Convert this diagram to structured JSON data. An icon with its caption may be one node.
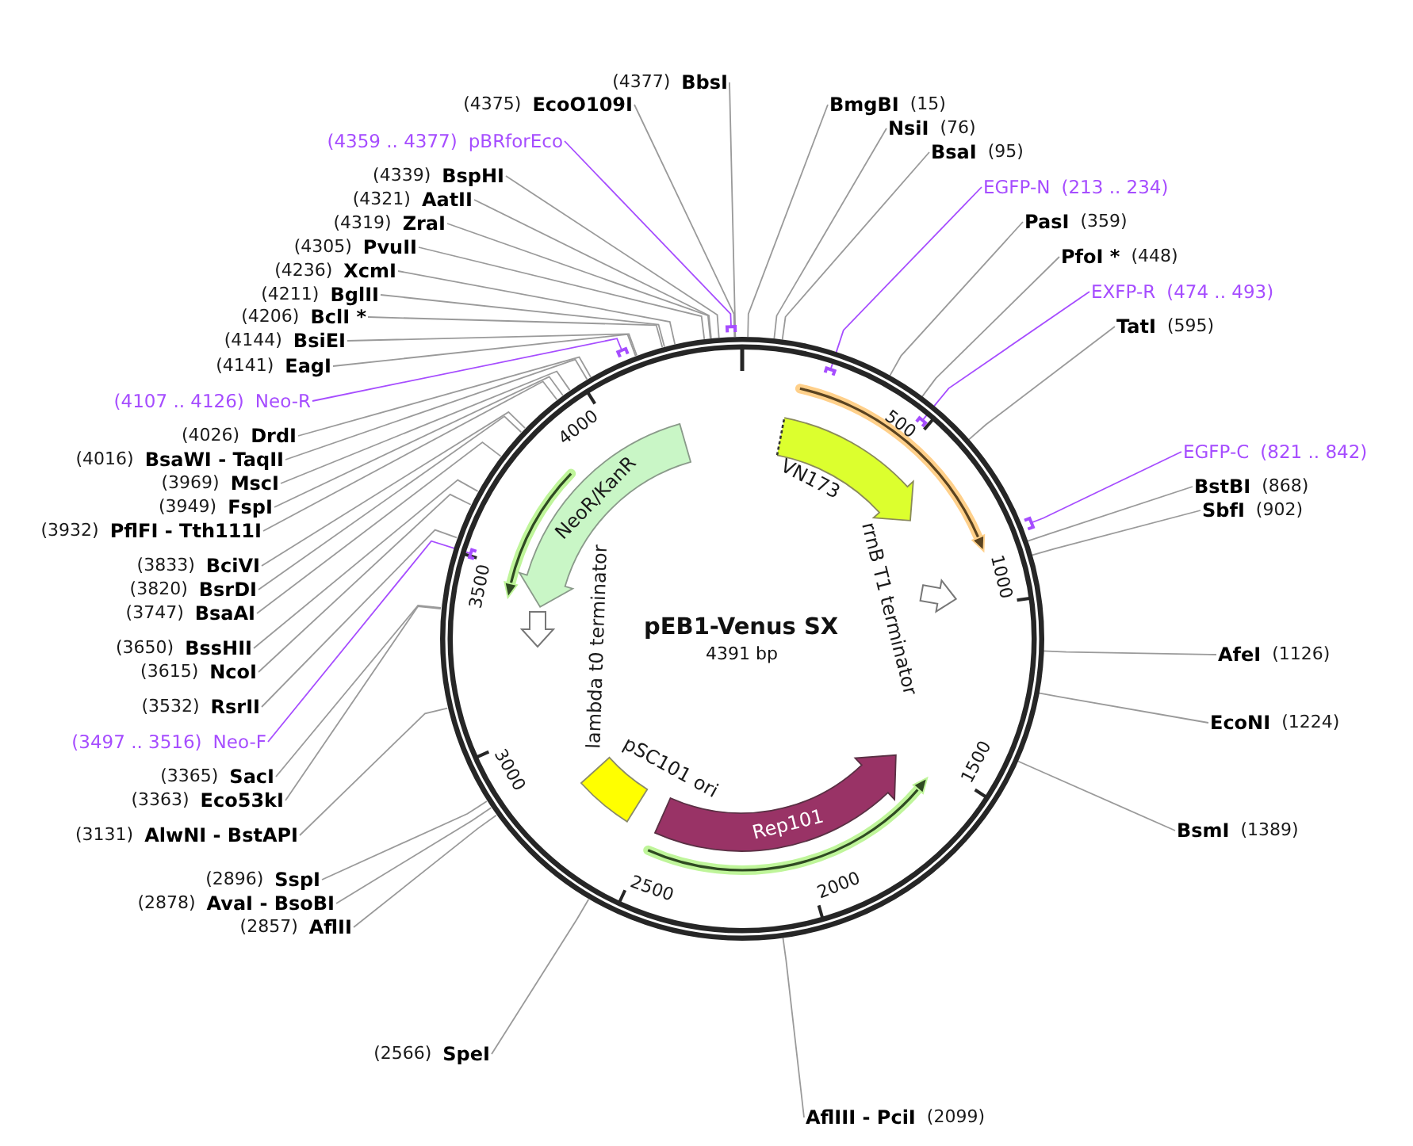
{
  "diagram": {
    "nodes": [
      {
        "text": [
          "pEB1-Venus SX",
          "4391 bp"
        ]
      },
      {
        "text": [],
        "shape": "arrow",
        "beside": [
          "VN173"
        ],
        "in": 0
      },
      {
        "text": [
          "NeoR/KanR"
        ],
        "in": 0
      },
      {
        "text": [],
        "shape": "arrow",
        "beside": [
          "rrnB T1 terminator"
        ],
        "in": 0
      },
      {
        "text": [
          "lambda t0 terminator"
        ],
        "in": 0
      },
      {
        "text": [],
        "shape": "box",
        "beside": [
          "pSC101 ori"
        ],
        "in": 0
      },
      {
        "text": [
          "Rep101"
        ],
        "in": 0
      },
      {
        "text": [
          "(4377)",
          "BbsI"
        ]
      },
      {
        "text": [
          "(4375)",
          "EcoO109I"
        ]
      },
      {
        "text": [
          "(4359 .. 4377)",
          "pBRforEco"
        ]
      },
      {
        "text": [
          "(4339)",
          "BspHI"
        ]
      },
      {
        "text": [
          "(4321)",
          "AatII"
        ]
      },
      {
        "text": [
          "(4319)",
          "ZraI"
        ]
      },
      {
        "text": [
          "(4305)",
          "PvuII"
        ]
      },
      {
        "text": [
          "(4236)",
          "XcmI"
        ]
      },
      {
        "text": [
          "(4211)",
          "BglII"
        ]
      },
      {
        "text": [
          "(4206)",
          "BclI *"
        ]
      },
      {
        "text": [
          "(4144)",
          "BsiEI"
        ]
      },
      {
        "text": [
          "(4141)",
          "EagI"
        ]
      },
      {
        "text": [
          "(4107 .. 4126)",
          "Neo-R"
        ]
      },
      {
        "text": [
          "(4026)",
          "DrdI"
        ]
      },
      {
        "text": [
          "(4016)",
          "BsaWI - TaqII"
        ]
      },
      {
        "text": [
          "(3969)",
          "MscI"
        ]
      },
      {
        "text": [
          "(3949)",
          "FspI"
        ]
      },
      {
        "text": [
          "(3932)",
          "PflFI - Tth111I"
        ]
      },
      {
        "text": [
          "(3833)",
          "BciVI"
        ]
      },
      {
        "text": [
          "(3820)",
          "BsrDI"
        ]
      },
      {
        "text": [
          "(3747)",
          "BsaAI"
        ]
      },
      {
        "text": [
          "(3650)",
          "BssHII"
        ]
      },
      {
        "text": [
          "(3615)",
          "NcoI"
        ]
      },
      {
        "text": [
          "(3532)",
          "RsrII"
        ]
      },
      {
        "text": [
          "(3497 .. 3516)",
          "Neo-F"
        ]
      },
      {
        "text": [
          "(3365)",
          "SacI"
        ]
      },
      {
        "text": [
          "(3363)",
          "Eco53kI"
        ]
      },
      {
        "text": [
          "(3131)",
          "AlwNI - BstAPI"
        ]
      },
      {
        "text": [
          "(2896)",
          "SspI"
        ]
      },
      {
        "text": [
          "(2878)",
          "AvaI - BsoBI"
        ]
      },
      {
        "text": [
          "(2857)",
          "AflII"
        ]
      },
      {
        "text": [
          "(2566)",
          "SpeI"
        ]
      },
      {
        "text": [
          "AflIII - PciI",
          "(2099)"
        ]
      },
      {
        "text": [
          "BmgBI",
          "(15)"
        ]
      },
      {
        "text": [
          "NsiI",
          "(76)"
        ]
      },
      {
        "text": [
          "BsaI",
          "(95)"
        ]
      },
      {
        "text": [
          "EGFP-N",
          "(213 .. 234)"
        ]
      },
      {
        "text": [
          "PasI",
          "(359)"
        ]
      },
      {
        "text": [
          "PfoI *",
          "(448)"
        ]
      },
      {
        "text": [
          "EXFP-R",
          "(474 .. 493)"
        ]
      },
      {
        "text": [
          "TatI",
          "(595)"
        ]
      },
      {
        "text": [
          "EGFP-C",
          "(821 .. 842)"
        ]
      },
      {
        "text": [
          "BstBI",
          "(868)"
        ]
      },
      {
        "text": [
          "SbfI",
          "(902)"
        ]
      },
      {
        "text": [
          "AfeI",
          "(1126)"
        ]
      },
      {
        "text": [
          "EcoNI",
          "(1224)"
        ]
      },
      {
        "text": [
          "BsmI",
          "(1389)"
        ]
      },
      {
        "text": [],
        "shape": "bar",
        "in": 0
      },
      {
        "text": [],
        "shape": "bar"
      },
      {
        "text": [],
        "shape": "bar"
      },
      {
        "text": [],
        "shape": "bar",
        "in": 0
      },
      {
        "text": [],
        "shape": "bar",
        "in": 0
      },
      {
        "text": [],
        "shape": "bar"
      }
    ],
    "edges": [
      {
        "from": 7,
        "to": 0,
        "arrow": "none"
      },
      {
        "from": 8,
        "to": 0,
        "arrow": "none"
      },
      {
        "from": 9,
        "to": 56,
        "arrow": "none",
        "color": "#a64dff"
      },
      {
        "from": 10,
        "to": 0,
        "arrow": "none"
      },
      {
        "from": 11,
        "to": 0,
        "arrow": "none"
      },
      {
        "from": 12,
        "to": 0,
        "arrow": "none"
      },
      {
        "from": 13,
        "to": 0,
        "arrow": "none"
      },
      {
        "from": 14,
        "to": 0,
        "arrow": "none"
      },
      {
        "from": 15,
        "to": 0,
        "arrow": "none"
      },
      {
        "from": 16,
        "to": 0,
        "arrow": "none"
      },
      {
        "from": 17,
        "to": 0,
        "arrow": "none"
      },
      {
        "from": 18,
        "to": 0,
        "arrow": "none"
      },
      {
        "from": 19,
        "to": 55,
        "arrow": "none",
        "color": "#a64dff"
      },
      {
        "from": 20,
        "to": 0,
        "arrow": "none"
      },
      {
        "from": 21,
        "to": 0,
        "arrow": "none"
      },
      {
        "from": 22,
        "to": 0,
        "arrow": "none"
      },
      {
        "from": 23,
        "to": 0,
        "arrow": "none"
      },
      {
        "from": 24,
        "to": 0,
        "arrow": "none"
      },
      {
        "from": 25,
        "to": 0,
        "arrow": "none"
      },
      {
        "from": 26,
        "to": 0,
        "arrow": "none"
      },
      {
        "from": 27,
        "to": 0,
        "arrow": "none"
      },
      {
        "from": 28,
        "to": 0,
        "arrow": "none"
      },
      {
        "from": 29,
        "to": 0,
        "arrow": "none"
      },
      {
        "from": 30,
        "to": 0,
        "arrow": "none"
      },
      {
        "from": 31,
        "to": 54,
        "arrow": "none",
        "color": "#a64dff"
      },
      {
        "from": 32,
        "to": 0,
        "arrow": "none"
      },
      {
        "from": 33,
        "to": 0,
        "arrow": "none"
      },
      {
        "from": 34,
        "to": 0,
        "arrow": "none"
      },
      {
        "from": 35,
        "to": 0,
        "arrow": "none"
      },
      {
        "from": 36,
        "to": 0,
        "arrow": "none"
      },
      {
        "from": 37,
        "to": 0,
        "arrow": "none"
      },
      {
        "from": 38,
        "to": 0,
        "arrow": "none"
      },
      {
        "from": 39,
        "to": 0,
        "arrow": "none"
      },
      {
        "from": 40,
        "to": 0,
        "arrow": "none"
      },
      {
        "from": 41,
        "to": 0,
        "arrow": "none"
      },
      {
        "from": 42,
        "to": 0,
        "arrow": "none"
      },
      {
        "from": 43,
        "to": 57,
        "arrow": "none",
        "color": "#a64dff"
      },
      {
        "from": 44,
        "to": 0,
        "arrow": "none"
      },
      {
        "from": 45,
        "to": 0,
        "arrow": "none"
      },
      {
        "from": 46,
        "to": 58,
        "arrow": "none",
        "color": "#a64dff"
      },
      {
        "from": 47,
        "to": 0,
        "arrow": "none"
      },
      {
        "from": 48,
        "to": 59,
        "arrow": "none",
        "color": "#a64dff"
      },
      {
        "from": 49,
        "to": 0,
        "arrow": "none"
      },
      {
        "from": 50,
        "to": 0,
        "arrow": "none"
      },
      {
        "from": 51,
        "to": 0,
        "arrow": "none"
      },
      {
        "from": 52,
        "to": 0,
        "arrow": "none"
      },
      {
        "from": 53,
        "to": 0,
        "arrow": "none"
      }
    ],
    "labels": [
      "500",
      "1000",
      "1500",
      "2000",
      "2500",
      "3000",
      "3500",
      "4000"
    ]
  }
}
